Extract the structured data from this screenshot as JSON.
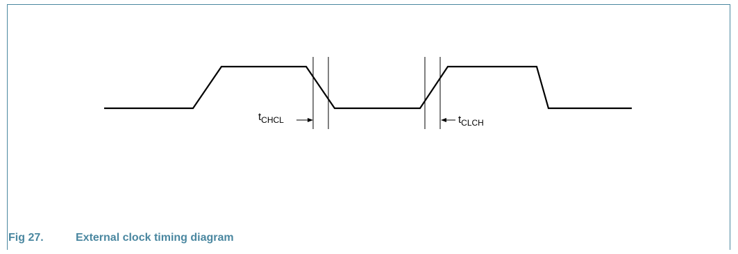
{
  "figure": {
    "number": "Fig 27.",
    "title": "External clock timing diagram"
  },
  "labels": {
    "tchcl": {
      "main": "t",
      "sub": "CHCL"
    },
    "tclch": {
      "main": "t",
      "sub": "CLCH"
    }
  },
  "colors": {
    "frame": "#4a87a0",
    "caption": "#4a87a0",
    "waveform": "#000000"
  }
}
